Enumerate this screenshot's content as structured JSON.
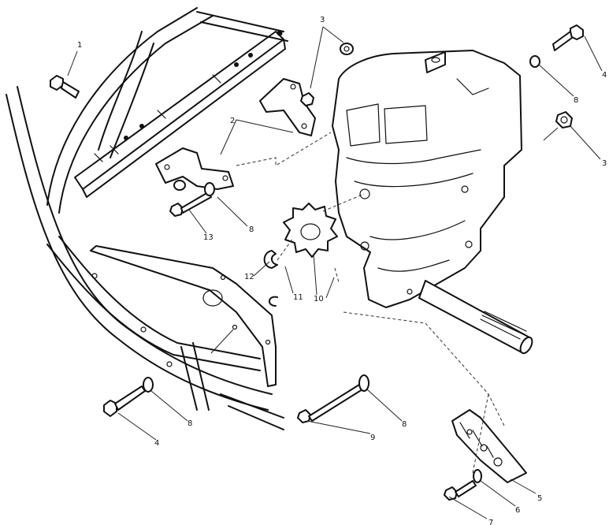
{
  "callouts": {
    "c1": "1",
    "c2": "2",
    "c3_top": "3",
    "c3_right": "3",
    "c4_top_right": "4",
    "c4_bottom_left": "4",
    "c5": "5",
    "c6": "6",
    "c7": "7",
    "c8_top_right": "8",
    "c8_middle": "8",
    "c8_bottom_left": "8",
    "c8_bottom_middle": "8",
    "c9": "9",
    "c10": "10",
    "c11": "11",
    "c12": "12",
    "c13": "13"
  }
}
